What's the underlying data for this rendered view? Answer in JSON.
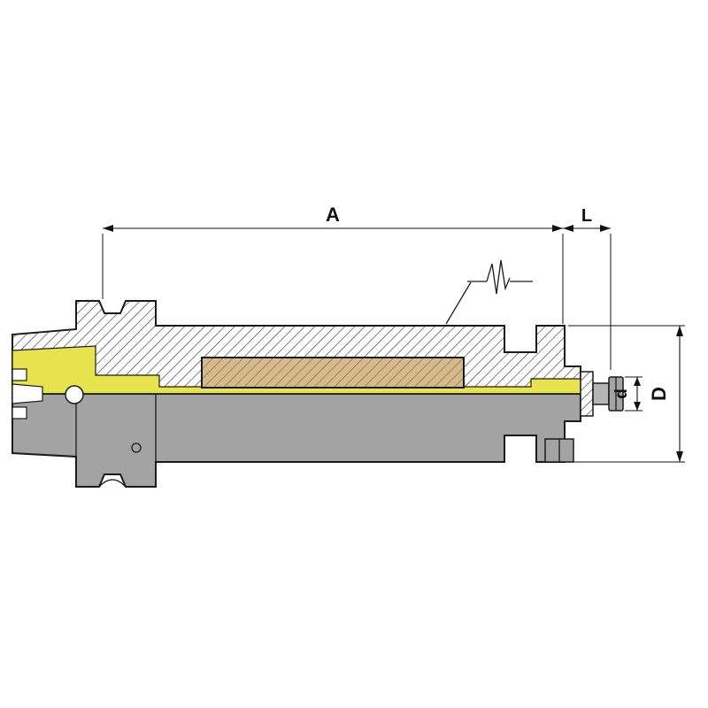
{
  "drawing": {
    "description": "Technical cross-section drawing of a CNC tool holder (shank, flange, cylindrical body, nose with clamping screw)",
    "dimensions": {
      "overall_length_label": "A",
      "nose_length_label": "L",
      "body_diameter_label": "D",
      "pilot_diameter_label": "d"
    },
    "colors": {
      "highlight_yellow": "#e6e34e",
      "body_gray": "#a3a3a3",
      "fitting_gray": "#b5b5b5",
      "sleeve_tan": "#d7ba8b",
      "outline": "#1a1a1a",
      "dimension_color": "#111111",
      "background": "#ffffff"
    }
  }
}
